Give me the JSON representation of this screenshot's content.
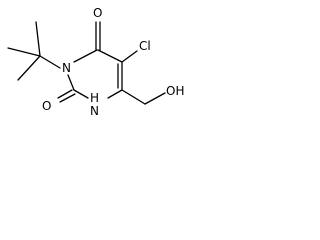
{
  "molecule": {
    "atoms": {
      "n3": "N",
      "n1": "N",
      "n1_h": "H",
      "o_c4": "O",
      "o_c2": "O",
      "cl": "Cl",
      "oh": "OH"
    }
  },
  "colors": {
    "bond": "#000000",
    "label": "#000000",
    "background": "#ffffff"
  }
}
